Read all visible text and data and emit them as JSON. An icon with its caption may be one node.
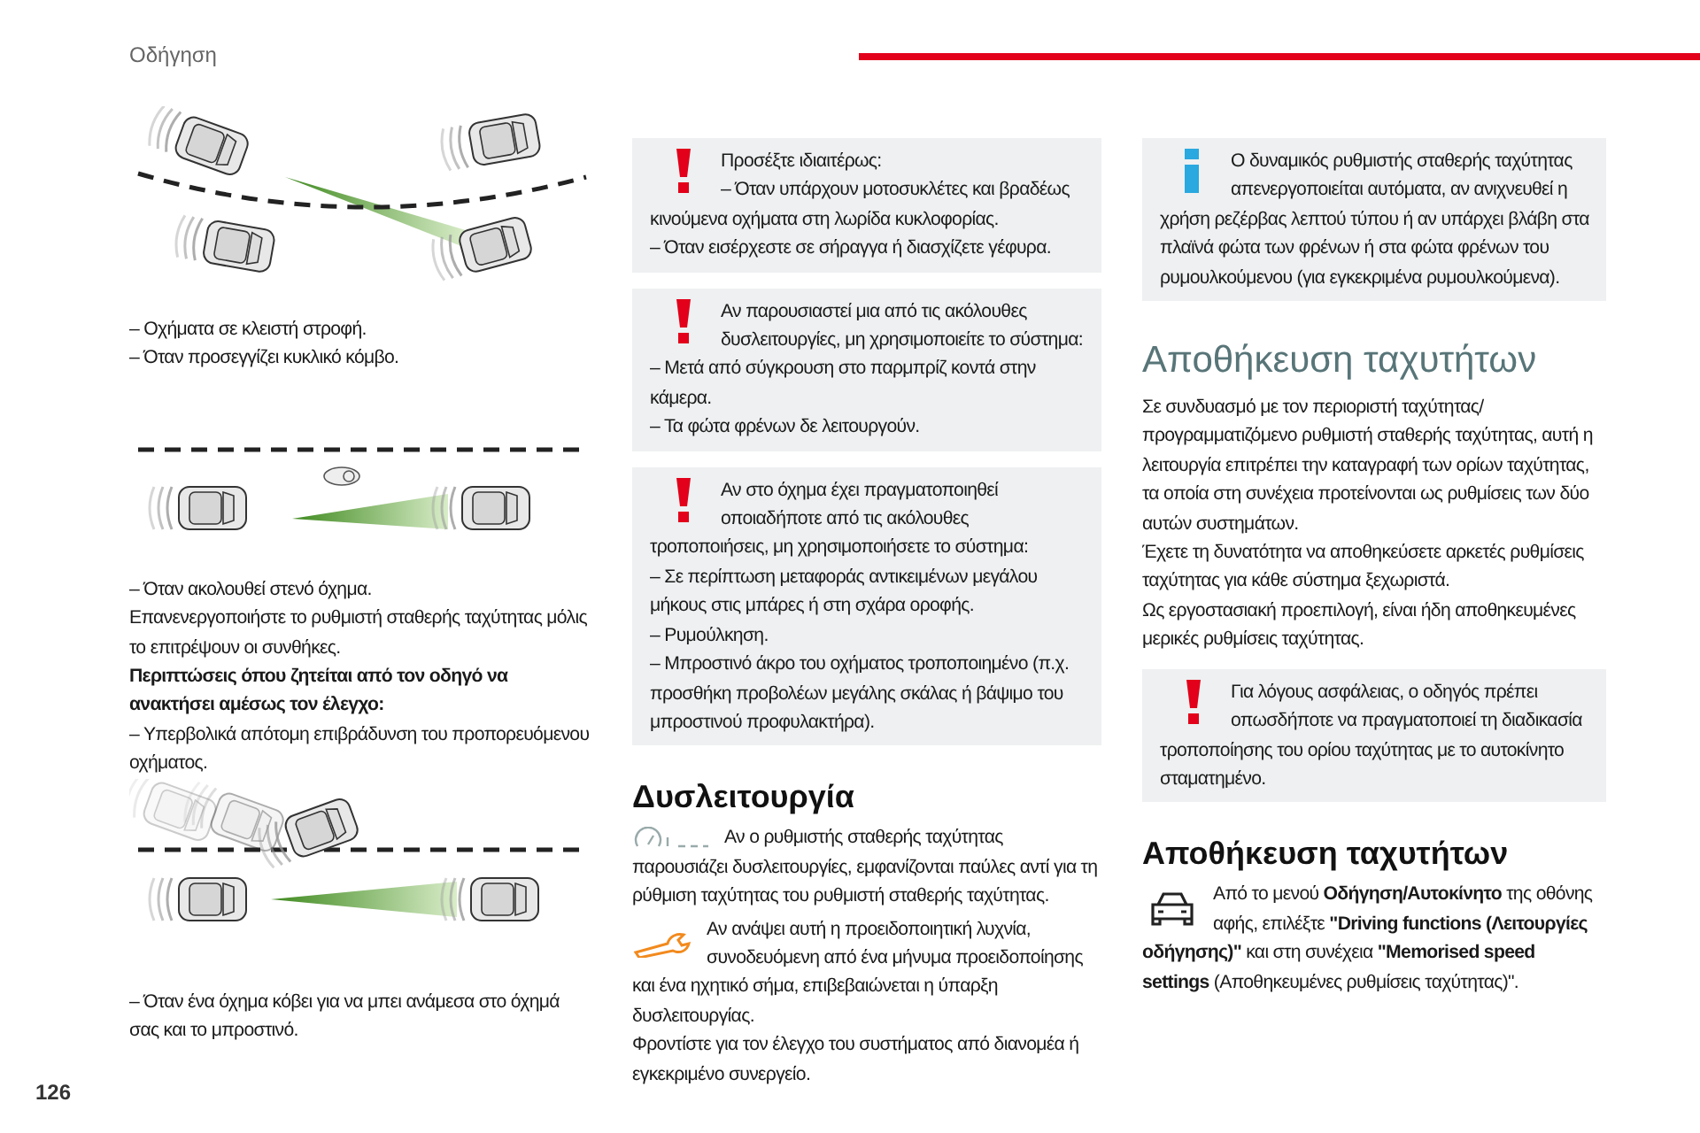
{
  "diagram": {
    "nodes": [
      {
        "text": [
          "Προσέξτε ιδιαιτέρως:",
          "– Όταν υπάρχουν μοτοσυκλέτες και βραδέως κινούμενα οχήματα στη λωρίδα κυκλοφορίας.",
          "– Όταν εισέρχεστε σε σήραγγα ή διασχίζετε γέφυρα."
        ]
      },
      {
        "text": [
          "Αν παρουσιαστεί μια από τις ακόλουθες δυσλειτουργίες, μη χρησιμοποιείτε το σύστημα:",
          "– Μετά από σύγκρουση στο παρμπρίζ κοντά στην κάμερα.",
          "– Τα φώτα φρένων δε λειτουργούν."
        ]
      },
      {
        "text": [
          "Αν στο όχημα έχει πραγματοποιηθεί οποιαδήποτε από τις ακόλουθες τροποποιήσεις, μη χρησιμοποιήσετε το σύστημα:",
          "– Σε περίπτωση μεταφοράς αντικειμένων μεγάλου μήκους στις μπάρες ή στη σχάρα οροφής.",
          "– Ρυμούλκηση.",
          "– Μπροστινό άκρο του οχήματος τροποποιημένο (π.χ. προσθήκη προβολέων μεγάλης σκάλας ή βάψιμο του μπροστινού προφυλακτήρα)."
        ]
      },
      {
        "text": [
          "Ο δυναμικός ρυθμιστής σταθερής ταχύτητας απενεργοποιείται αυτόματα, αν ανιχνευθεί η χρήση ρεζέρβας λεπτού τύπου ή αν υπάρχει βλάβη στα πλαϊνά φώτα των φρένων ή στα φώτα φρένων του ρυμουλκούμενου (για εγκεκριμένα ρυμουλκούμενα)."
        ]
      },
      {
        "text": [
          "Για λόγους ασφάλειας, ο οδηγός πρέπει οπωσδήποτε να πραγματοποιεί τη διαδικασία τροποποίησης του ορίου ταχύτητας με το αυτοκίνητο σταματημένο."
        ]
      }
    ],
    "labels": [
      "Οδήγηση",
      "– Οχήματα σε κλειστή στροφή.",
      "– Όταν προσεγγίζει κυκλικό κόμβο.",
      "– Όταν ακολουθεί στενό όχημα.",
      "Επανενεργοποιήστε το ρυθμιστή σταθερής ταχύτητας μόλις το επιτρέψουν οι συνθήκες.",
      "Περιπτώσεις όπου ζητείται από τον οδηγό να ανακτήσει αμέσως τον έλεγχο:",
      "– Υπερβολικά απότομη επιβράδυνση του προπορευόμενου οχήματος.",
      "– Όταν ένα όχημα κόβει για να μπει ανάμεσα στο όχημά σας και το μπροστινό.",
      "126",
      "Δυσλειτουργία",
      "Αν ο ρυθμιστής σταθερής ταχύτητας παρουσιάζει δυσλειτουργίες, εμφανίζονται παύλες αντί για τη ρύθμιση ταχύτητας του ρυθμιστή σταθερής ταχύτητας.",
      "Αν ανάψει αυτή η προειδοποιητική λυχνία, συνοδευόμενη από ένα μήνυμα προειδοποίησης και ένα ηχητικό σήμα, επιβεβαιώνεται η ύπαρξη δυσλειτουργίας.",
      "Φροντίστε για τον έλεγχο του συστήματος από διανομέα ή εγκεκριμένο συνεργείο.",
      "Αποθήκευση ταχυτήτων",
      "Σε συνδυασμό με τον περιοριστή ταχύτητας/ προγραμματιζόμενο ρυθμιστή σταθερής ταχύτητας, αυτή η λειτουργία επιτρέπει την καταγραφή των ορίων ταχύτητας, τα οποία στη συνέχεια προτείνονται ως ρυθμίσεις των δύο αυτών συστημάτων.",
      "Έχετε τη δυνατότητα να αποθηκεύσετε αρκετές ρυθμίσεις ταχύτητας για κάθε σύστημα ξεχωριστά.",
      "Ως εργοστασιακή προεπιλογή, είναι ήδη αποθηκευμένες μερικές ρυθμίσεις ταχύτητας.",
      "Αποθήκευση ταχυτήτων",
      "Από το μενού **Οδήγηση/Αυτοκίνητο** της οθόνης αφής, επιλέξτε **\"Driving functions (Λειτουργίες οδήγησης)\"** και στη συνέχεια **\"Memorised speed settings** (Αποθηκευμένες ρυθμίσεις ταχύτητας)\"."
    ]
  }
}
